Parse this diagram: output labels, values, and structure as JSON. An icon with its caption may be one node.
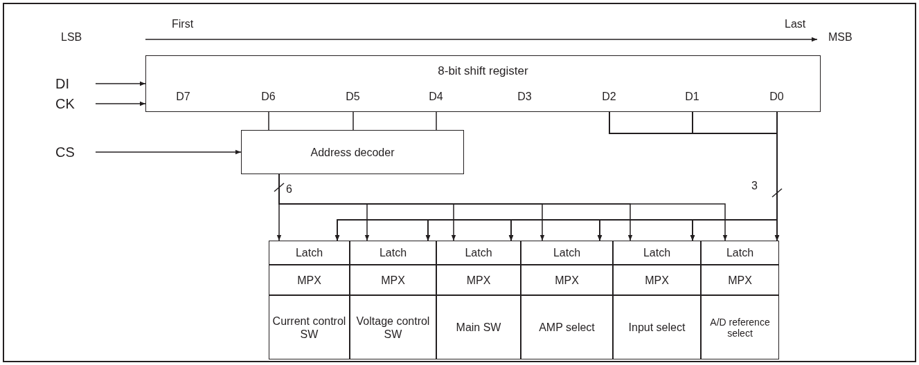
{
  "diagram": {
    "nodes": [
      {
        "text": [
          "DI"
        ]
      },
      {
        "text": [
          "CK"
        ]
      },
      {
        "text": [
          "8-bit shift register"
        ]
      },
      {
        "text": [
          "D7"
        ],
        "in": 2
      },
      {
        "text": [
          "D6"
        ],
        "in": 2
      },
      {
        "text": [
          "D5"
        ],
        "in": 2
      },
      {
        "text": [
          "D4"
        ],
        "in": 2
      },
      {
        "text": [
          "D3"
        ],
        "in": 2
      },
      {
        "text": [
          "D2"
        ],
        "in": 2
      },
      {
        "text": [
          "D1"
        ],
        "in": 2
      },
      {
        "text": [
          "D0"
        ],
        "in": 2
      },
      {
        "text": [
          "CS"
        ]
      },
      {
        "text": [
          "Address decoder"
        ]
      },
      {
        "text": [
          "Latch"
        ]
      },
      {
        "text": [
          "Latch"
        ]
      },
      {
        "text": [
          "Latch"
        ]
      },
      {
        "text": [
          "Latch"
        ]
      },
      {
        "text": [
          "Latch"
        ]
      },
      {
        "text": [
          "Latch"
        ]
      },
      {
        "text": [
          "MPX"
        ]
      },
      {
        "text": [
          "MPX"
        ]
      },
      {
        "text": [
          "MPX"
        ]
      },
      {
        "text": [
          "MPX"
        ]
      },
      {
        "text": [
          "MPX"
        ]
      },
      {
        "text": [
          "MPX"
        ]
      },
      {
        "text": [
          "Current control SW"
        ]
      },
      {
        "text": [
          "Voltage control SW"
        ]
      },
      {
        "text": [
          "Main SW"
        ]
      },
      {
        "text": [
          "AMP select"
        ]
      },
      {
        "text": [
          "Input select"
        ]
      },
      {
        "text": [
          "A/D reference select"
        ]
      }
    ],
    "edges": [
      {
        "from": 0,
        "to": 2,
        "arrow": "to"
      },
      {
        "from": 1,
        "to": 2,
        "arrow": "to"
      },
      {
        "from": 11,
        "to": 12,
        "arrow": "to"
      },
      {
        "from": 4,
        "to": 12,
        "arrow": "none"
      },
      {
        "from": 5,
        "to": 12,
        "arrow": "none"
      },
      {
        "from": 6,
        "to": 12,
        "arrow": "none"
      },
      {
        "from": 12,
        "to": 13,
        "arrow": "to"
      },
      {
        "from": 12,
        "to": 14,
        "arrow": "to"
      },
      {
        "from": 12,
        "to": 15,
        "arrow": "to"
      },
      {
        "from": 12,
        "to": 16,
        "arrow": "to"
      },
      {
        "from": 12,
        "to": 17,
        "arrow": "to"
      },
      {
        "from": 12,
        "to": 18,
        "arrow": "to"
      },
      {
        "from": 8,
        "to": 13,
        "arrow": "to"
      },
      {
        "from": 8,
        "to": 14,
        "arrow": "to"
      },
      {
        "from": 8,
        "to": 15,
        "arrow": "to"
      },
      {
        "from": 8,
        "to": 16,
        "arrow": "to"
      },
      {
        "from": 8,
        "to": 17,
        "arrow": "to"
      },
      {
        "from": 8,
        "to": 18,
        "arrow": "to"
      },
      {
        "from": 9,
        "to": 13,
        "arrow": "to"
      },
      {
        "from": 9,
        "to": 14,
        "arrow": "to"
      },
      {
        "from": 9,
        "to": 15,
        "arrow": "to"
      },
      {
        "from": 9,
        "to": 16,
        "arrow": "to"
      },
      {
        "from": 9,
        "to": 17,
        "arrow": "to"
      },
      {
        "from": 9,
        "to": 18,
        "arrow": "to"
      },
      {
        "from": 10,
        "to": 13,
        "arrow": "to"
      },
      {
        "from": 10,
        "to": 14,
        "arrow": "to"
      },
      {
        "from": 10,
        "to": 15,
        "arrow": "to"
      },
      {
        "from": 10,
        "to": 16,
        "arrow": "to"
      },
      {
        "from": 10,
        "to": 17,
        "arrow": "to"
      },
      {
        "from": 10,
        "to": 18,
        "arrow": "to"
      }
    ],
    "labels": [
      "First",
      "Last",
      "LSB",
      "MSB",
      "6",
      "3"
    ]
  }
}
